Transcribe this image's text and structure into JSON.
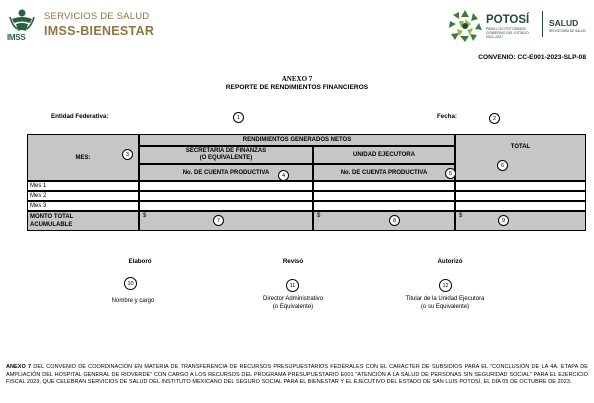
{
  "header": {
    "left_brand_line1": "SERVICIOS DE SALUD",
    "left_brand_line2": "IMSS-BIENESTAR",
    "left_logo_word": "IMSS",
    "right_brand": "POTOSÍ",
    "right_tagline": "PARA LOS POTOSINOS",
    "right_tagline2": "GOBIERNO DEL ESTADO 2021-2027",
    "right_secretaria": "SALUD",
    "right_secretaria_sub": "SECRETARÍA DE SALUD",
    "colors": {
      "imss_gold": "#8f7540",
      "imss_green": "#2c5f3f",
      "potosi_green": "#1f4c33"
    }
  },
  "convenio": "CONVENIO: CC-E001-2023-SLP-08",
  "document": {
    "anexo": "ANEXO 7",
    "reporte": "REPORTE DE RENDIMIENTOS FINANCIEROS"
  },
  "fields": {
    "entidad_label": "Entidad Federativa:",
    "entidad_marker": "1",
    "fecha_label": "Fecha:",
    "fecha_marker": "2"
  },
  "table": {
    "group_header": "RENDIMIENTOS GENERADOS NETOS",
    "mes_header": "MES:",
    "mes_marker": "3",
    "col1_header_line1": "SECRETARÍA DE FINANZAS",
    "col1_header_line2": "(O EQUIVALENTE)",
    "col1_sub": "No. DE CUENTA PRODUCTIVA",
    "col1_marker": "4",
    "col2_header": "UNIDAD EJECUTORA",
    "col2_sub": "No. DE CUENTA PRODUCTIVA",
    "col2_marker": "5",
    "total_header": "TOTAL",
    "total_marker": "6",
    "rows": [
      "Mes 1",
      "Mes 2",
      "Mes 3"
    ],
    "total_row_line1": "MONTO TOTAL",
    "total_row_line2": "ACUMULABLE",
    "currency": "$",
    "total_markers": [
      "7",
      "8",
      "9"
    ]
  },
  "signatures": [
    {
      "title": "Elaboró",
      "marker": "10",
      "desc_line1": "Nombre y cargo",
      "desc_line2": ""
    },
    {
      "title": "Revisó",
      "marker": "11",
      "desc_line1": "Director Administrativo",
      "desc_line2": "(o Equivalente)"
    },
    {
      "title": "Autorizó",
      "marker": "12",
      "desc_line1": "Titular de la Unidad Ejecutora",
      "desc_line2": "(o su Equivalente)"
    }
  ],
  "footnote": {
    "bold_lead": "ANEXO 7",
    "text": " DEL CONVENIO DE COORDINACIÓN EN MATERIA DE TRANSFERENCIA DE RECURSOS PRESUPUESTARIOS FEDERALES CON EL CARÁCTER DE SUBSIDIOS PARA EL \"CONCLUSIÓN DE LA 4A. ETAPA DE AMPLIACIÓN DEL HOSPITAL GENERAL DE RIOVERDE\" CON CARGO A LOS RECURSOS DEL PROGRAMA PRESUPUESTARIO E001 \"ATENCIÓN A LA SALUD DE PERSONAS SIN SEGURIDAD SOCIAL\" PARA EL EJERCICIO FISCAL 2023, QUE CELEBRAN SERVICIOS DE SALUD DEL INSTITUTO MEXICANO DEL SEGURO SOCIAL PARA EL BIENESTAR Y EL EJECUTIVO DEL ESTADO DE SAN LUIS POTOSÍ, EL DÍA 05 DE OCTUBRE DE 2023."
  }
}
